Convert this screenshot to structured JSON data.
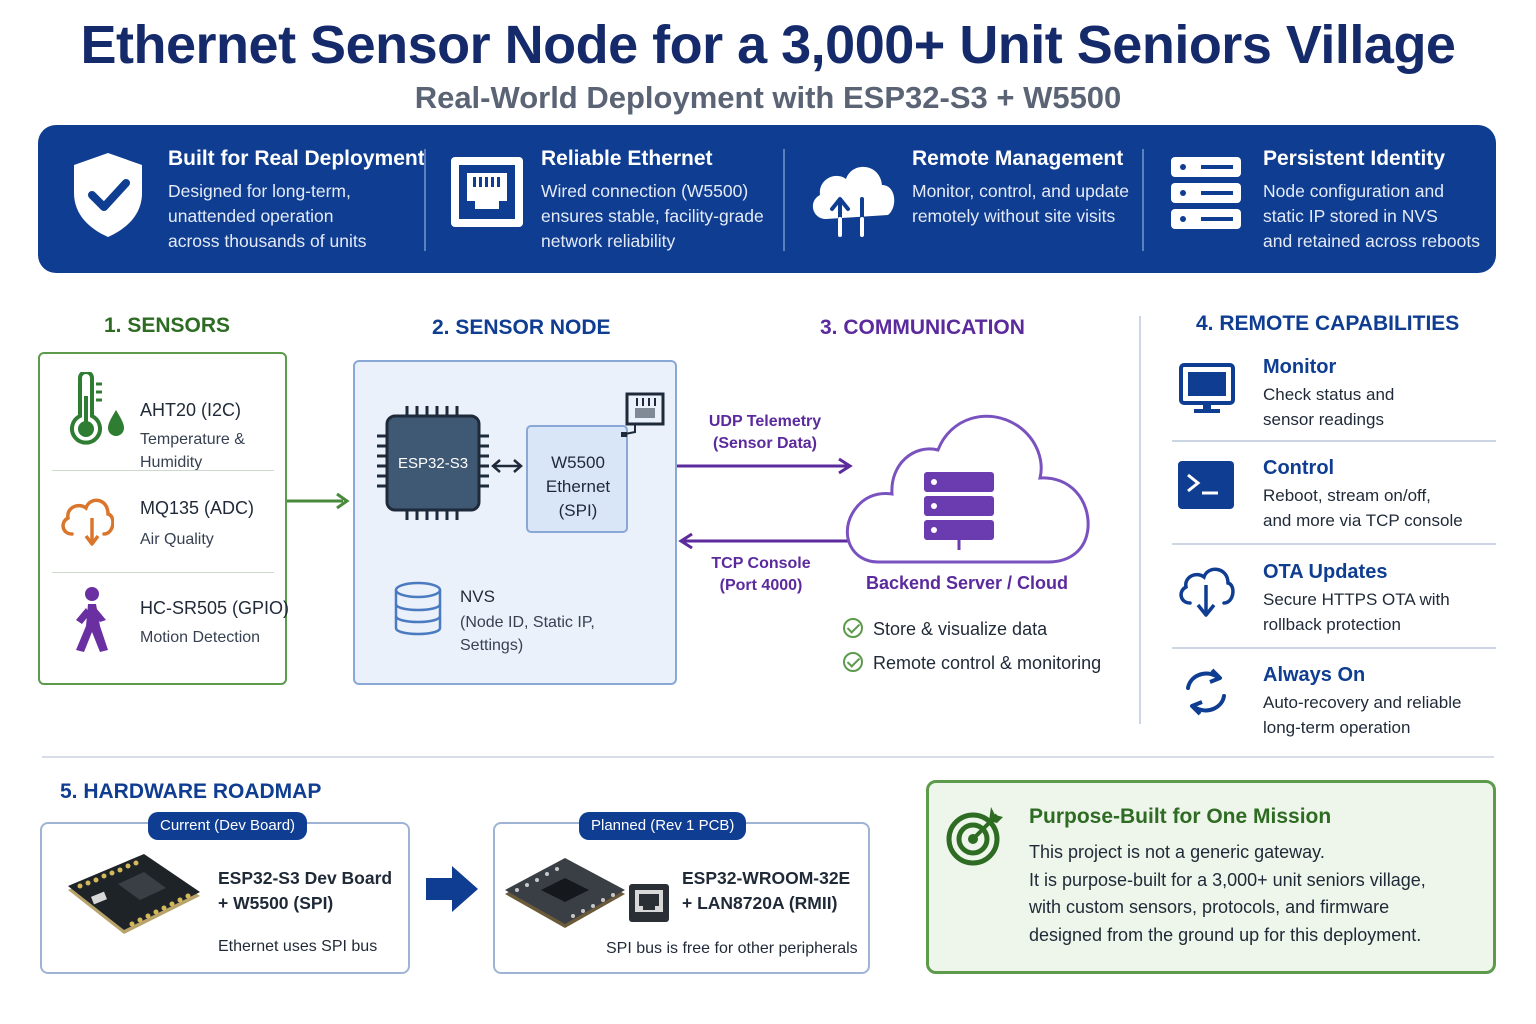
{
  "header": {
    "title": "Ethernet Sensor Node for a 3,000+ Unit Seniors Village",
    "subtitle": "Real-World Deployment with ESP32-S3 + W5500"
  },
  "features": [
    {
      "title": "Built for Real Deployment",
      "desc": "Designed for long-term,\nunattended operation\nacross thousands of units",
      "icon": "shield-check-icon"
    },
    {
      "title": "Reliable Ethernet",
      "desc": "Wired connection (W5500)\nensures stable, facility-grade\nnetwork reliability",
      "icon": "ethernet-port-icon"
    },
    {
      "title": "Remote Management",
      "desc": "Monitor, control, and update\nremotely without site visits",
      "icon": "cloud-sync-icon"
    },
    {
      "title": "Persistent Identity",
      "desc": "Node configuration and\nstatic IP stored in NVS\nand retained across reboots",
      "icon": "server-stack-icon"
    }
  ],
  "sections": {
    "sensors": "1. SENSORS",
    "node": "2. SENSOR NODE",
    "comm": "3. COMMUNICATION",
    "remote": "4. REMOTE CAPABILITIES",
    "roadmap": "5. HARDWARE ROADMAP"
  },
  "sensors": [
    {
      "name": "AHT20 (I2C)",
      "desc": "Temperature &\nHumidity",
      "icon": "thermometer-droplet-icon"
    },
    {
      "name": "MQ135 (ADC)",
      "desc": "Air Quality",
      "icon": "cloud-air-icon"
    },
    {
      "name": "HC-SR505 (GPIO)",
      "desc": "Motion Detection",
      "icon": "walking-person-icon"
    }
  ],
  "node": {
    "chip": "ESP32-S3",
    "eth": "W5500\nEthernet\n(SPI)",
    "nvs_title": "NVS",
    "nvs_desc": "(Node ID, Static IP,\nSettings)"
  },
  "comm": {
    "udp": "UDP Telemetry\n(Sensor Data)",
    "tcp": "TCP Console\n(Port 4000)",
    "backend": "Backend Server / Cloud",
    "checks": [
      "Store & visualize data",
      "Remote control & monitoring"
    ]
  },
  "capabilities": [
    {
      "title": "Monitor",
      "desc": "Check status and\nsensor readings",
      "icon": "monitor-icon"
    },
    {
      "title": "Control",
      "desc": "Reboot, stream on/off,\nand more via TCP console",
      "icon": "terminal-icon"
    },
    {
      "title": "OTA Updates",
      "desc": "Secure HTTPS OTA with\nrollback protection",
      "icon": "cloud-download-icon"
    },
    {
      "title": "Always On",
      "desc": "Auto-recovery and reliable\nlong-term operation",
      "icon": "refresh-cycle-icon"
    }
  ],
  "roadmap": {
    "current": {
      "pill": "Current (Dev Board)",
      "title": "ESP32-S3 Dev Board\n+ W5500 (SPI)",
      "note": "Ethernet uses SPI bus"
    },
    "planned": {
      "pill": "Planned (Rev 1 PCB)",
      "title": "ESP32-WROOM-32E\n+ LAN8720A (RMII)",
      "note": "SPI bus is free for other peripherals"
    }
  },
  "mission": {
    "title": "Purpose-Built for One Mission",
    "text": "This project is not a generic gateway.\nIt is purpose-built for a 3,000+ unit seniors village,\nwith custom sensors, protocols, and firmware\ndesigned from the ground up for this deployment."
  },
  "colors": {
    "navy": "#152a6b",
    "banner": "#0f3d91",
    "green": "#5c9a4c",
    "purple": "#5b2a9d",
    "orange": "#d9762b"
  }
}
